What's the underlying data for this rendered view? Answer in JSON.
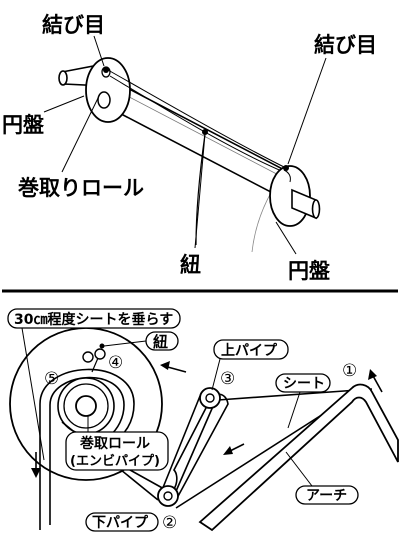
{
  "top": {
    "knot_left": "結び目",
    "knot_right": "結び目",
    "disc_left": "円盤",
    "disc_right": "円盤",
    "roll": "巻取りロール",
    "string": "紐"
  },
  "bottom": {
    "hang_note": "30㎝程度シートを垂らす",
    "string": "紐",
    "upper_pipe": "上パイプ",
    "sheet": "シート",
    "roll_line1": "巻取ロール",
    "roll_line2": "(エンビパイプ)",
    "lower_pipe": "下パイプ",
    "arch": "アーチ",
    "n1": "①",
    "n2": "②",
    "n3": "③",
    "n4": "④",
    "n5": "⑤"
  }
}
